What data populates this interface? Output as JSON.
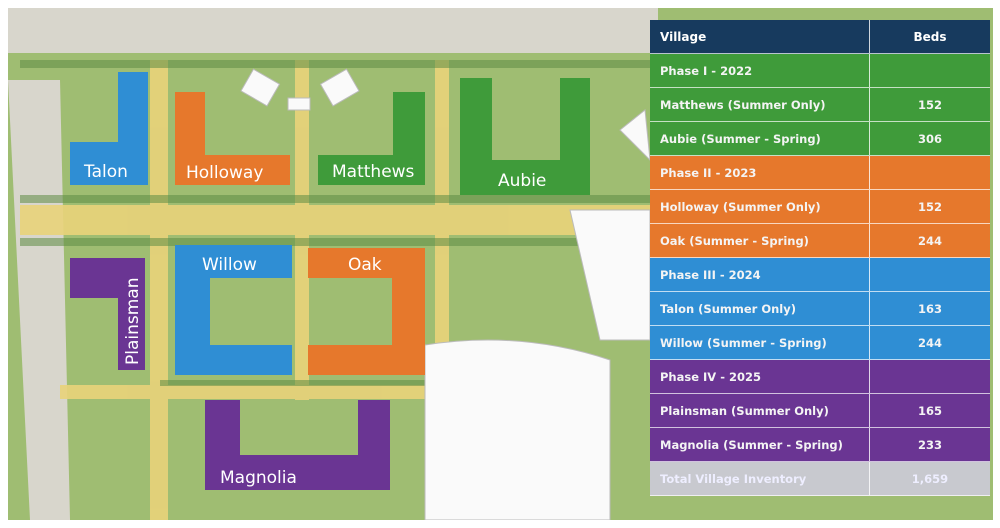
{
  "colors": {
    "phase1": "#3f9b3a",
    "phase2": "#e6782c",
    "phase3": "#2f8ed4",
    "phase4": "#6a3593",
    "header": "#173a5e",
    "total": "#c8c9cf"
  },
  "map": {
    "labels": {
      "talon": "Talon",
      "holloway": "Holloway",
      "matthews": "Matthews",
      "aubie": "Aubie",
      "willow": "Willow",
      "oak": "Oak",
      "plainsman": "Plainsman",
      "magnolia": "Magnolia"
    }
  },
  "table": {
    "headers": {
      "village": "Village",
      "beds": "Beds"
    },
    "rows": [
      {
        "village": "Phase I - 2022",
        "beds": ""
      },
      {
        "village": "Matthews (Summer Only)",
        "beds": "152"
      },
      {
        "village": "Aubie (Summer - Spring)",
        "beds": "306"
      },
      {
        "village": "Phase II - 2023",
        "beds": ""
      },
      {
        "village": "Holloway (Summer Only)",
        "beds": "152"
      },
      {
        "village": "Oak (Summer - Spring)",
        "beds": "244"
      },
      {
        "village": "Phase III - 2024",
        "beds": ""
      },
      {
        "village": "Talon (Summer Only)",
        "beds": "163"
      },
      {
        "village": "Willow (Summer - Spring)",
        "beds": "244"
      },
      {
        "village": "Phase IV - 2025",
        "beds": ""
      },
      {
        "village": "Plainsman (Summer Only)",
        "beds": "165"
      },
      {
        "village": "Magnolia (Summer - Spring)",
        "beds": "233"
      },
      {
        "village": "Total Village Inventory",
        "beds": "1,659"
      }
    ]
  }
}
